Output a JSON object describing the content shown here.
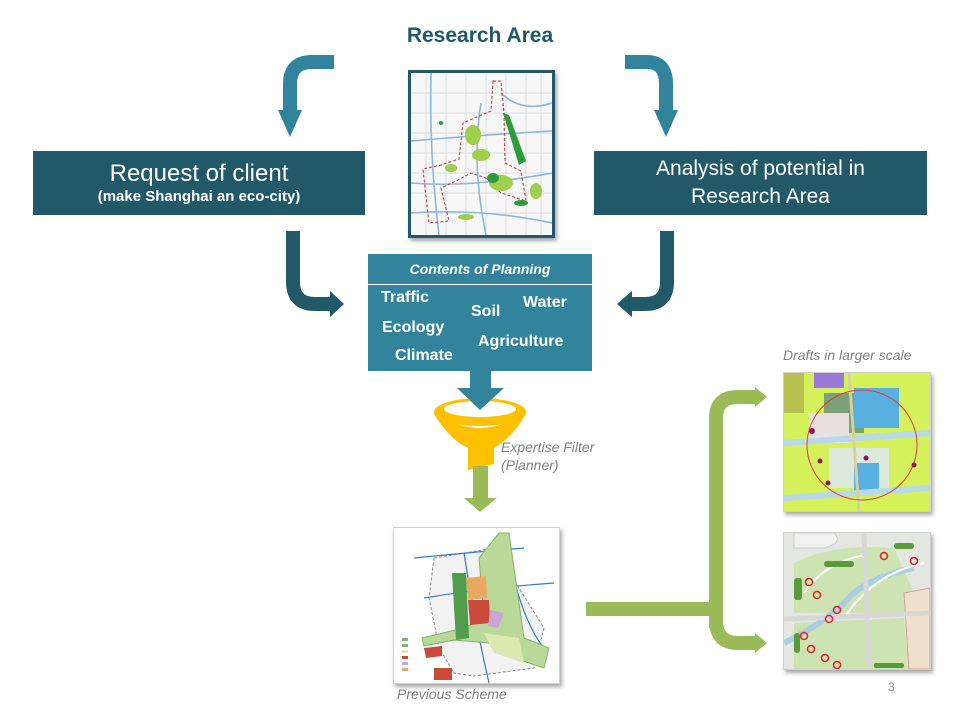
{
  "slide": {
    "title": "Research Area",
    "page_number": "3"
  },
  "request": {
    "title": "Request of client",
    "subtitle": "(make Shanghai an eco-city)"
  },
  "analysis": {
    "line1": "Analysis of potential in",
    "line2": "Research Area"
  },
  "contents": {
    "header": "Contents of Planning",
    "topics": [
      "Traffic",
      "Soil",
      "Water",
      "Ecology",
      "Agriculture",
      "Climate"
    ]
  },
  "filter": {
    "line1": "Expertise Filter",
    "line2": "(Planner)"
  },
  "captions": {
    "previous_scheme": "Previous Scheme",
    "drafts": "Drafts in larger scale"
  },
  "colors": {
    "dark_teal": "#215968",
    "mid_teal": "#31849b",
    "funnel_yellow": "#ffc000",
    "arrow_green": "#9bbb59"
  }
}
